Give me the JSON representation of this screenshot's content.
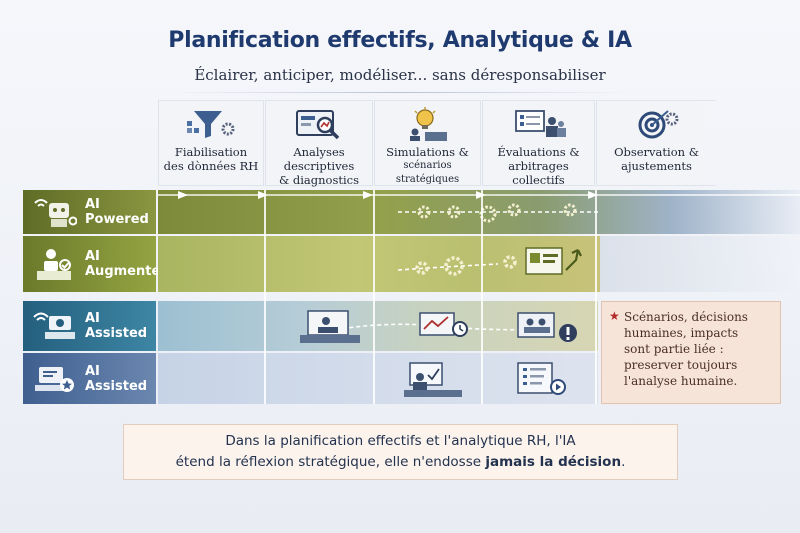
{
  "title": "Planification effectifs, Analytique & IA",
  "subtitle": "Éclairer, anticiper, modéliser... sans déresponsabiliser",
  "phases": [
    {
      "line1": "Fiabilisation",
      "line2": "des dònnées RH",
      "icon": "funnel-gear-icon"
    },
    {
      "line1": "Analyses descriptives",
      "line2": "& diagnostics",
      "icon": "monitor-magnifier-icon"
    },
    {
      "line1": "Simulations &",
      "line2": "scénarios stratégiques",
      "icon": "lightbulb-person-icon"
    },
    {
      "line1": "Évaluations &",
      "line2": "arbitrages collectifs",
      "icon": "board-people-icon"
    },
    {
      "line1": "Observation &",
      "line2": "ajustements",
      "icon": "target-gear-icon"
    }
  ],
  "rows": [
    {
      "label": "AI Powered",
      "icon": "robot-wifi-icon"
    },
    {
      "label": "AI Augmented",
      "icon": "person-screen-icon"
    },
    {
      "label": "AI Assisted",
      "icon": "wifi-laptop-icon"
    },
    {
      "label": "AI Assisted",
      "icon": "laptop-star-icon"
    }
  ],
  "note": {
    "lines": [
      "Scénarios, décisions",
      "humaines, impacts",
      "sont partie liée :",
      "preserver toujours",
      "l'analyse humaine."
    ]
  },
  "summary": {
    "line1": "Dans la planification effectifs et l'analytique RH, l'IA",
    "line2_start": "étend la réflexion stratégique, elle n'endosse ",
    "line2_bold": "jamais la décision",
    "line2_end": "."
  },
  "colors": {
    "title": "#1f3a6e",
    "powered": "#6f7b2c",
    "augmented": "#7a8a2f",
    "assisted": "#2f6e8c",
    "assisted2": "#4a6a98",
    "note_star": "#b22a2a"
  }
}
